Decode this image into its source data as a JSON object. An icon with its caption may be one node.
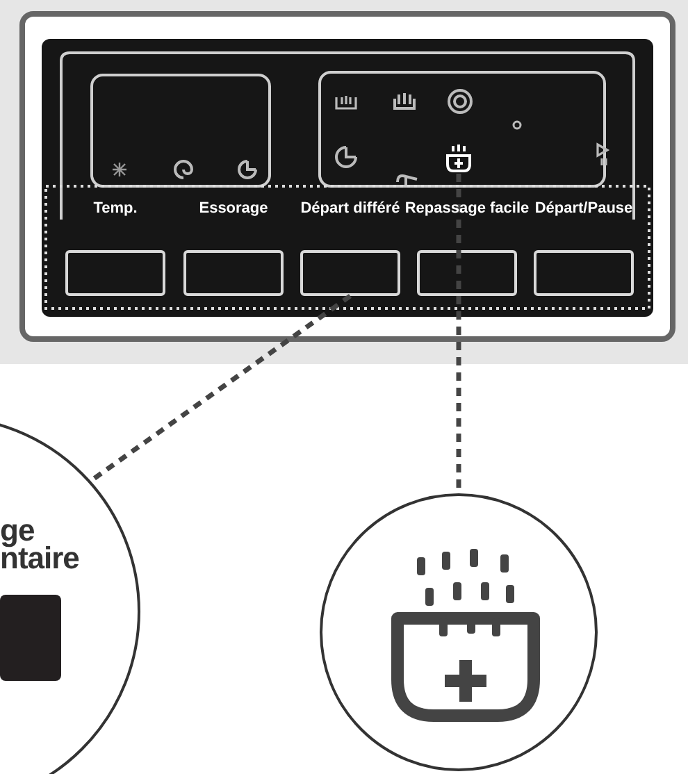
{
  "diagram": {
    "nodes": [
      {
        "text": [],
        "shape": "box"
      },
      {
        "text": [
          "Temp."
        ],
        "in": 0
      },
      {
        "text": [
          "Essorage"
        ],
        "in": 0
      },
      {
        "text": [
          "Départ différé"
        ],
        "in": 0
      },
      {
        "text": [
          "Repassage facile"
        ],
        "in": 0
      },
      {
        "text": [
          "Départ/Pause"
        ],
        "in": 0
      },
      {
        "text": [
          "ge ntaire"
        ]
      },
      {
        "text": [],
        "shape": "circle"
      },
      {
        "text": [],
        "shape": "icon",
        "in": 0
      }
    ],
    "edges": [
      {
        "from": 3,
        "to": 6,
        "arrow": "none",
        "style": "dashed"
      },
      {
        "from": 8,
        "to": 7,
        "arrow": "none",
        "style": "dashed"
      }
    ]
  }
}
